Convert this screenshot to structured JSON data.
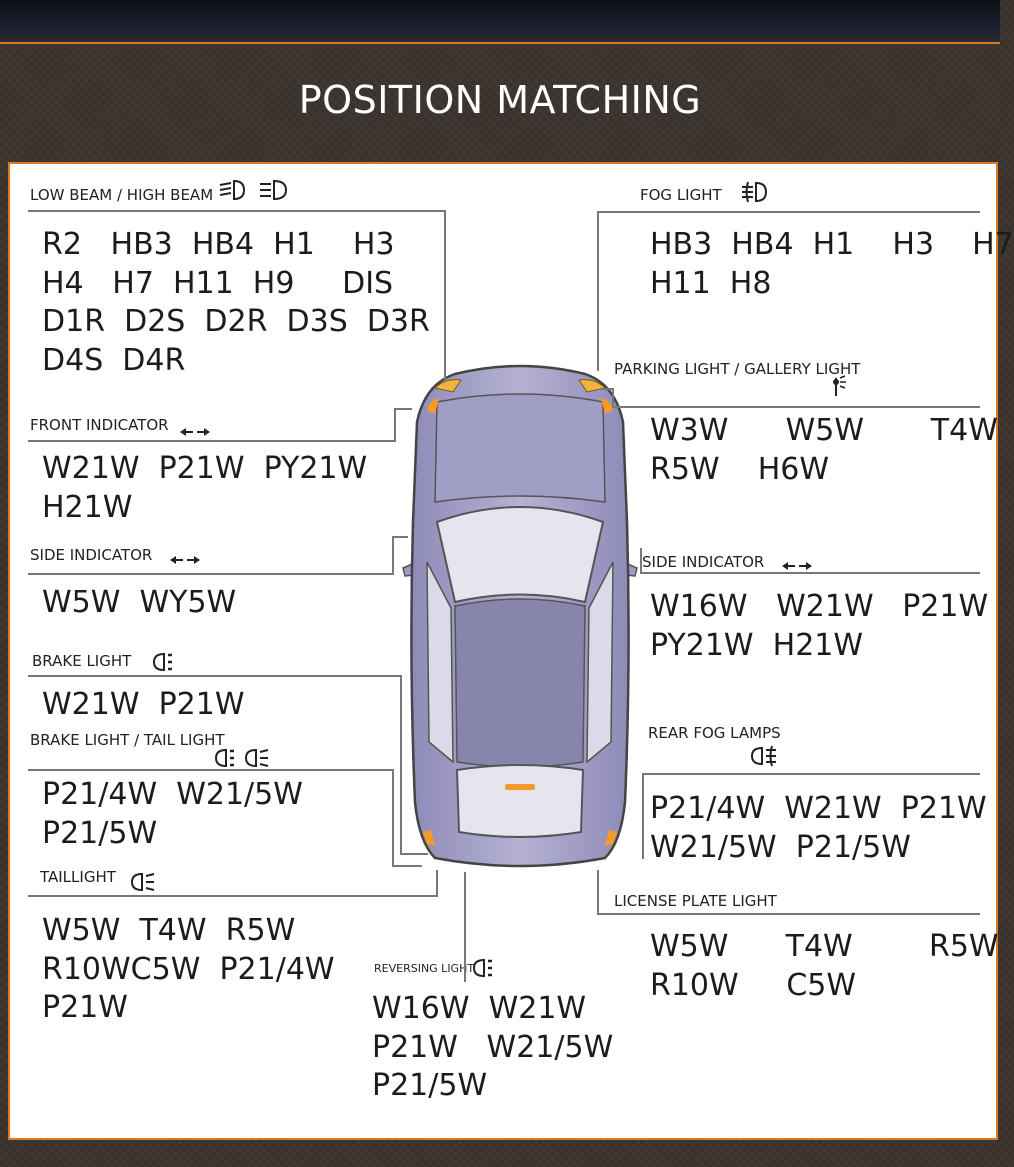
{
  "title": "POSITION MATCHING",
  "sections": {
    "low_high_beam": {
      "label": "LOW BEAM / HIGH BEAM",
      "codes": "R2   HB3  HB4  H1    H3\nH4   H7  H11  H9     DIS\nD1R  D2S  D2R  D3S  D3R\nD4S  D4R"
    },
    "fog_light": {
      "label": "FOG LIGHT",
      "codes": "HB3  HB4  H1    H3    H7\nH11  H8"
    },
    "parking_light": {
      "label": "PARKING LIGHT / GALLERY LIGHT",
      "codes": "W3W      W5W       T4W\nR5W    H6W"
    },
    "front_indicator": {
      "label": "FRONT INDICATOR",
      "codes": "W21W  P21W  PY21W\nH21W"
    },
    "side_indicator_left": {
      "label": "SIDE INDICATOR",
      "codes": "W5W  WY5W"
    },
    "side_indicator_right": {
      "label": "SIDE INDICATOR",
      "codes": "W16W   W21W   P21W\nPY21W  H21W"
    },
    "brake_light": {
      "label": "BRAKE LIGHT",
      "codes": "W21W  P21W"
    },
    "brake_tail_light": {
      "label": "BRAKE LIGHT / TAIL LIGHT",
      "codes": "P21/4W  W21/5W\nP21/5W"
    },
    "rear_fog_lamps": {
      "label": "REAR FOG LAMPS",
      "codes": "P21/4W  W21W  P21W\nW21/5W  P21/5W"
    },
    "taillight": {
      "label": "TAILLIGHT",
      "codes": "W5W  T4W  R5W\nR10WC5W  P21/4W\nP21W"
    },
    "reversing_light": {
      "label": "REVERSING LIGHT",
      "codes": "W16W  W21W\nP21W   W21/5W\nP21/5W"
    },
    "license_plate_light": {
      "label": "LICENSE PLATE LIGHT",
      "codes": "W5W      T4W        R5W\nR10W     C5W"
    }
  },
  "icons": {
    "low_beam": "low-beam-icon",
    "high_beam": "high-beam-icon",
    "fog": "fog-light-icon",
    "parking": "parking-light-icon",
    "indicator": "turn-signal-arrows-icon",
    "brake": "brake-light-icon",
    "tail": "tail-light-icon",
    "rear_fog": "rear-fog-icon",
    "reversing": "reversing-light-icon"
  },
  "colors": {
    "accent": "#e07a22",
    "background": "#3b342f",
    "panel": "#ffffff",
    "car_body": "#a9a6c9"
  }
}
